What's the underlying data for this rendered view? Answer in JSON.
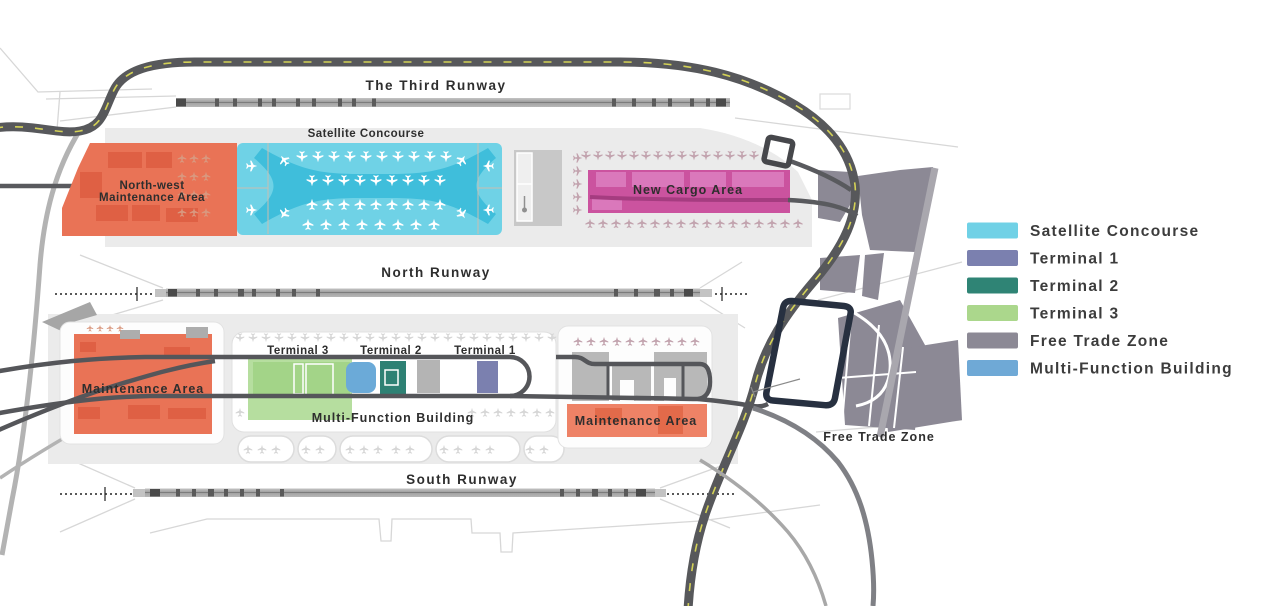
{
  "map": {
    "labels": {
      "third_runway": "The Third Runway",
      "satellite_concourse": "Satellite Concourse",
      "northwest_maintenance_line1": "North-west",
      "northwest_maintenance_line2": "Maintenance Area",
      "new_cargo_area": "New Cargo Area",
      "north_runway": "North Runway",
      "maintenance_area_left": "Maintenance Area",
      "terminal_3": "Terminal 3",
      "terminal_2": "Terminal 2",
      "terminal_1": "Terminal 1",
      "multi_function_building": "Multi-Function Building",
      "maintenance_area_right": "Maintenance Area",
      "south_runway": "South Runway",
      "free_trade_zone": "Free Trade Zone"
    },
    "colors": {
      "satellite_concourse_fill": "#6FD2E6",
      "concourse_core": "#3FBEDB",
      "maintenance_orange": "#E97356",
      "maintenance_orange_dark": "#DF6044",
      "cargo_pink": "#CB539F",
      "cargo_pink_light": "#DA78BB",
      "cargo_pink_dark": "#A53C80",
      "road_dark": "#595A5E",
      "road_navy": "#273040",
      "dash_yellow": "#D4D256",
      "panel_gray": "#EBEBEB",
      "runway_gray": "#ABABAB",
      "free_trade_gray": "#8C8995"
    }
  },
  "legend": {
    "items": [
      {
        "label": "Satellite  Concourse",
        "color": "#70D1E6"
      },
      {
        "label": "Terminal 1",
        "color": "#7B80AF"
      },
      {
        "label": "Terminal 2",
        "color": "#2F8475"
      },
      {
        "label": "Terminal 3",
        "color": "#ABD78C"
      },
      {
        "label": "Free Trade Zone",
        "color": "#8C8995"
      },
      {
        "label": "Multi-Function Building",
        "color": "#6FA9D6"
      }
    ]
  }
}
